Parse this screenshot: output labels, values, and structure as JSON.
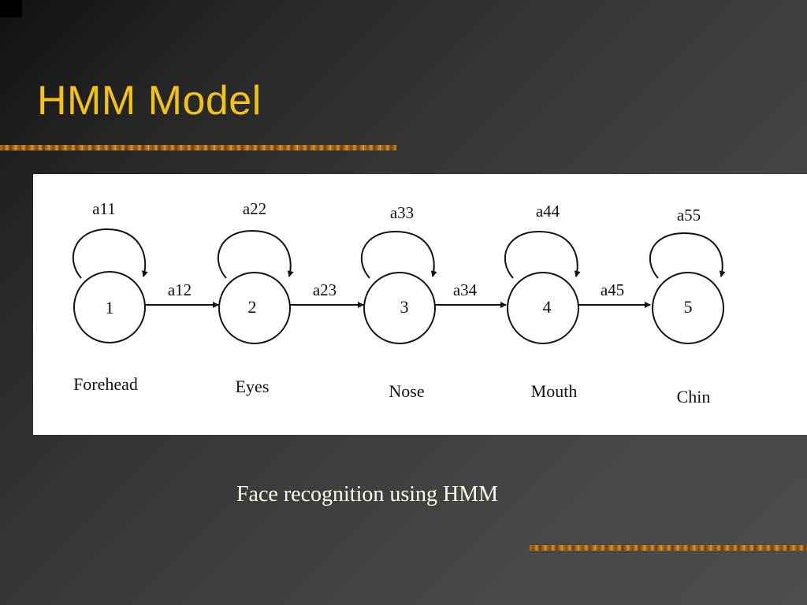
{
  "slide": {
    "title": "HMM Model",
    "caption": "Face recognition using HMM"
  },
  "diagram": {
    "states": [
      {
        "number": "1",
        "name": "Forehead",
        "self_transition": "a11"
      },
      {
        "number": "2",
        "name": "Eyes",
        "self_transition": "a22"
      },
      {
        "number": "3",
        "name": "Nose",
        "self_transition": "a33"
      },
      {
        "number": "4",
        "name": "Mouth",
        "self_transition": "a44"
      },
      {
        "number": "5",
        "name": "Chin",
        "self_transition": "a55"
      }
    ],
    "transitions": [
      "a12",
      "a23",
      "a34",
      "a45"
    ]
  },
  "colors": {
    "title": "#f2c218",
    "caption": "#fffbe6",
    "panel": "#ffffff",
    "ink": "#111111"
  }
}
